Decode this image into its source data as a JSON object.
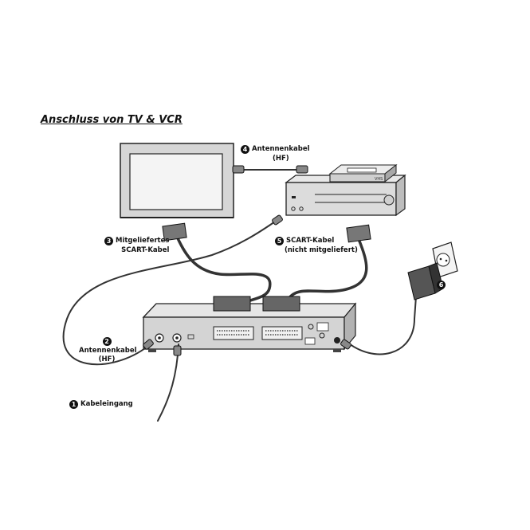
{
  "title": "Anschluss von TV & VCR",
  "labels": [
    {
      "id": "antenna-cable-top",
      "number": "4",
      "lines": [
        "Antennenkabel",
        "(HF)"
      ]
    },
    {
      "id": "supplied-scart",
      "number": "3",
      "lines": [
        "Mitgeliefertes",
        "SCART-Kabel"
      ]
    },
    {
      "id": "scart-not-supplied",
      "number": "5",
      "lines": [
        "SCART-Kabel",
        "(nicht mitgeliefert)"
      ]
    },
    {
      "id": "antenna-cable-left",
      "number": "2",
      "lines": [
        "Antennenkabel",
        "(HF)"
      ]
    },
    {
      "id": "cable-input",
      "number": "1",
      "lines": [
        "Kabeleingang"
      ]
    },
    {
      "id": "power-adapter",
      "number": "6",
      "lines": []
    }
  ],
  "devices": {
    "vcr_brand": "VHS"
  }
}
